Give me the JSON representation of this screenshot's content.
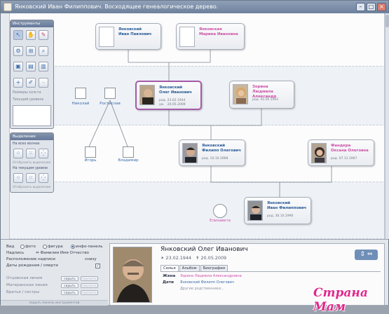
{
  "window": {
    "title": "Янковский Иван Филиппович.  Восходящее генеалогическое дерево."
  },
  "tree": {
    "persons": [
      {
        "name_line1": "Янковский",
        "name_line2": "Иван Павлович",
        "dates": "",
        "sex": "male"
      },
      {
        "name_line1": "Янковская",
        "name_line2": "Марина Ивановна",
        "dates": "",
        "sex": "female"
      },
      {
        "name_line1": "Янковский",
        "name_line2": "Олег Иванович",
        "dates": "род. 23.02.1944\nум.   20.05.2009",
        "sex": "male"
      },
      {
        "name_line1": "Зорина",
        "name_line2": "Людмила Александр",
        "dates": "род. 01.05.1941",
        "sex": "female"
      },
      {
        "name_line1": "Янковский",
        "name_line2": "Филипп Олегович",
        "dates": "род. 10.10.1968",
        "sex": "male"
      },
      {
        "name_line1": "Фандера",
        "name_line2": "Оксана Олеговна",
        "dates": "род. 07.11.1967",
        "sex": "female"
      },
      {
        "name_line1": "Янковский",
        "name_line2": "Иван Филиппович",
        "dates": "род. 30.10.1990",
        "sex": "male"
      }
    ],
    "stubs": [
      "Николай",
      "Ростислав",
      "Игорь",
      "Владимир",
      "Елизавета"
    ]
  },
  "tools": {
    "title": "Инструменты",
    "font_size_label": "Размеры холста",
    "current_level_label": "Текущий уровень"
  },
  "selection": {
    "title": "Выделение",
    "all_levels": "На всех волнах",
    "current_level": "На текущем уровне",
    "note1": "Отобразить выделение",
    "note2": "Отобразить выделение"
  },
  "settings": {
    "view_label": "Вид",
    "opt_photo": "фото",
    "opt_figure": "фигура",
    "opt_info": "инфо-панель",
    "caption_label": "Надпись",
    "caption_value": "Фамилия Имя Отчество",
    "placement_label": "Расположение надписи",
    "placement_value": "снизу",
    "dates_label": "Даты  рождения / смерти",
    "father_line": "Отцовская линия",
    "mother_line": "Материнская линия",
    "siblings": "Братья / сестры",
    "hide": "скрыть",
    "show": "показать",
    "hide_panel": "скрыть панель инструментов"
  },
  "info": {
    "name": "Янковский Олег Иванович",
    "birth": "✶ 23.02.1944",
    "death": "✝ 20.05.2009",
    "tabs": [
      "Семья",
      "Альбом",
      "Биография"
    ],
    "spouse_label": "Жена",
    "spouse_value": "Зорина Людмила Александровна",
    "children_label": "Дети",
    "children_value": "Янковский Филипп Олегович",
    "other_relatives": "Другие родственники..."
  },
  "watermark": "Страна Мам",
  "colors": {
    "male": "#2a5c98",
    "female": "#cc4fa6",
    "selected_border": "#a65aa8",
    "titlebar": "#7a8ca8"
  }
}
